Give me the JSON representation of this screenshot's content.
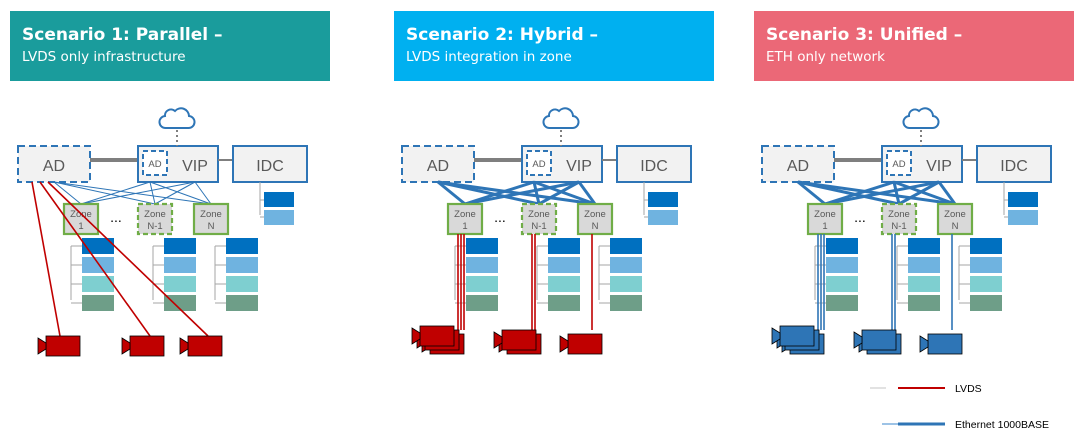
{
  "scenarios": [
    {
      "title": "Scenario 1: Parallel –",
      "subtitle": "LVDS only infrastructure",
      "color": "#1a9c9c"
    },
    {
      "title": "Scenario 2: Hybrid –",
      "subtitle": "LVDS integration in zone",
      "color": "#00b0f0"
    },
    {
      "title": "Scenario 3: Unified –",
      "subtitle": "ETH only network",
      "color": "#eb6877"
    }
  ],
  "labels": {
    "ad": "AD",
    "ad_small": "AD",
    "vip": "VIP",
    "idc": "IDC",
    "dots": "...",
    "zone1": [
      "Zone",
      "1"
    ],
    "zoneN1": [
      "Zone",
      "N-1"
    ],
    "zoneN": [
      "Zone",
      "N"
    ]
  },
  "legend": {
    "lvds": "LVDS",
    "eth": "Ethernet 1000BASE"
  },
  "colors": {
    "lvds": "#c00000",
    "eth": "#2e75b6",
    "box_blue": "#2e75b6",
    "zone_green": "#70ad47",
    "stack": [
      "#0070c0",
      "#6fb3e0",
      "#7ecfd0",
      "#6e9e88"
    ]
  }
}
